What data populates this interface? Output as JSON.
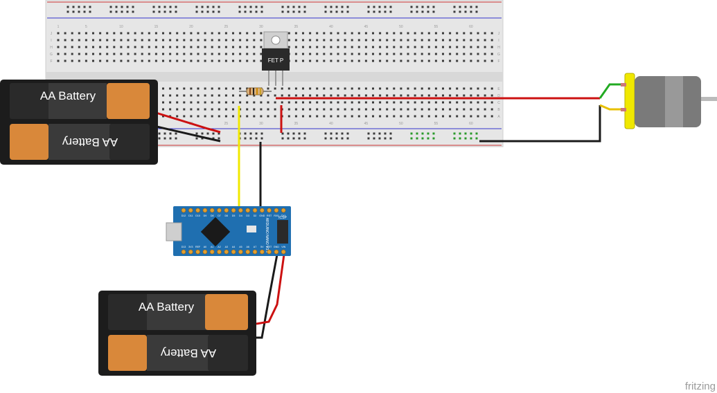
{
  "watermark": "fritzing",
  "batteries": [
    {
      "id": "battery-pack-top",
      "cells": [
        "AA Battery",
        "AA Battery"
      ]
    },
    {
      "id": "battery-pack-bottom",
      "cells": [
        "AA Battery",
        "AA Battery"
      ]
    }
  ],
  "breadboard": {
    "column_numbers": [
      "1",
      "5",
      "10",
      "15",
      "20",
      "25",
      "30",
      "35",
      "40",
      "45",
      "50",
      "55",
      "60"
    ],
    "row_letters_top": [
      "J",
      "I",
      "H",
      "G",
      "F"
    ],
    "row_letters_bottom": [
      "E",
      "D",
      "C",
      "B",
      "A"
    ]
  },
  "mosfet": {
    "label": "FET P"
  },
  "arduino": {
    "board_name": "ARDUINO NANO V3.0",
    "top_pins": [
      "D12",
      "D11",
      "D10",
      "D9",
      "D8",
      "D7",
      "D6",
      "D5",
      "D4",
      "D3",
      "D2",
      "GND",
      "RST",
      "RX0",
      "TX1"
    ],
    "bottom_pins": [
      "D13",
      "3V3",
      "REF",
      "A0",
      "A1",
      "A2",
      "A3",
      "A4",
      "A5",
      "A6",
      "A7",
      "5V",
      "RST",
      "GND",
      "VIN"
    ],
    "chip_text": "ICSP"
  },
  "colors": {
    "wire_red": "#cc1111",
    "wire_black": "#1a1a1a",
    "wire_yellow": "#f0e800",
    "wire_green": "#22aa22",
    "wire_motor_yellow": "#e8c000",
    "arduino_blue": "#1f6fb0",
    "battery_orange": "#d9883a",
    "breadboard": "#e9e9e9"
  }
}
